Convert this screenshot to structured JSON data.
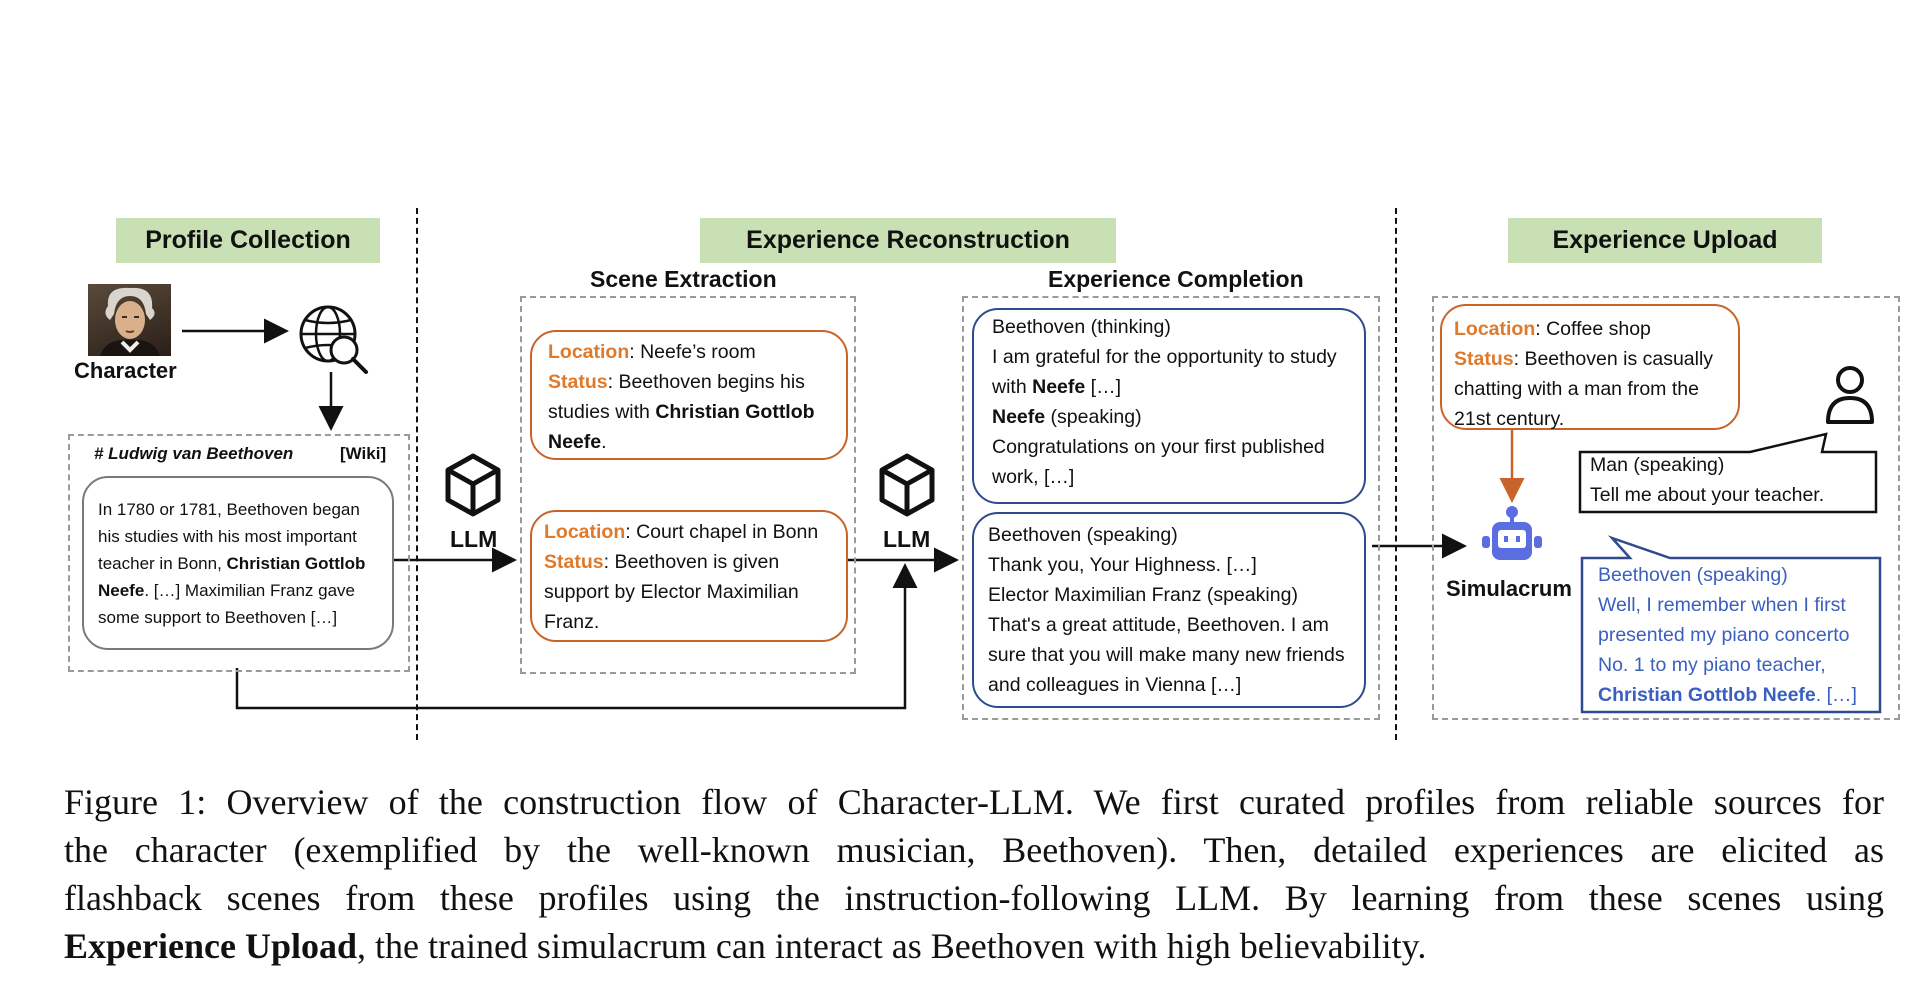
{
  "sections": {
    "profile_collection": "Profile Collection",
    "experience_reconstruction": "Experience Reconstruction",
    "experience_upload": "Experience Upload"
  },
  "subsections": {
    "scene_extraction": "Scene Extraction",
    "experience_completion": "Experience Completion"
  },
  "character_label": "Character",
  "llm_label": "LLM",
  "simulacrum_label": "Simulacrum",
  "wiki": {
    "heading": "# Ludwig van Beethoven",
    "source": "[Wiki]",
    "text_a": "In 1780 or 1781, Beethoven began his studies with his most important teacher in Bonn, ",
    "text_bold": "Christian Gottlob Neefe",
    "text_b": ". […] Maximilian Franz gave some support to Beethoven […]"
  },
  "scenes": [
    {
      "location_label": "Location",
      "location": ": Neefe’s room",
      "status_label": "Status",
      "status_a": ": Beethoven begins his studies with ",
      "status_bold": "Christian Gottlob Neefe",
      "status_b": "."
    },
    {
      "location_label": "Location",
      "location": ": Court chapel in Bonn",
      "status_label": "Status",
      "status_a": ": Beethoven is given support by Elector Maximilian Franz.",
      "status_bold": "",
      "status_b": ""
    }
  ],
  "completion": [
    {
      "line1": "Beethoven (thinking)",
      "line2a": "I am grateful for the opportunity to study with ",
      "line2b": "Neefe",
      "line2c": " […]",
      "line3a": "Neefe",
      "line3b": " (speaking)",
      "line4": "Congratulations on your first published work, […]"
    },
    {
      "line1": "Beethoven (speaking)",
      "line2": "Thank you, Your Highness. […]",
      "line3": "Elector Maximilian Franz (speaking)",
      "line4": "That's a great attitude, Beethoven. I am sure that you will make many new friends and colleagues in Vienna […]"
    }
  ],
  "upload": {
    "location_label": "Location",
    "location": ": Coffee shop",
    "status_label": "Status",
    "status": ": Beethoven is casually chatting with a man from the 21st century.",
    "man_line1": "Man (speaking)",
    "man_line2": "Tell me about your teacher.",
    "bot_line1": "Beethoven (speaking)",
    "bot_line2": "Well, I remember when I first presented my piano concerto No. 1 to my piano teacher, ",
    "bot_bold": "Christian Gottlob Neefe",
    "bot_end": ". […]"
  },
  "caption": {
    "line1": "Figure 1: Overview of the construction flow of Character-LLM. We first curated profiles from reliable sources for",
    "line2": "the character (exemplified by the well-known musician, Beethoven). Then, detailed experiences are elicited as",
    "line3": "flashback scenes from these profiles using the instruction-following LLM. By learning from these scenes using",
    "line4_bold": "Experience Upload",
    "line4_rest": ", the trained simulacrum can interact as Beethoven with high believability."
  },
  "colors": {
    "section_bg": "#c9e0b5",
    "orange": "#c8642a",
    "orange_text": "#e07a2b",
    "blue": "#2f4a8e",
    "bot_blue": "#3a5fbf",
    "bot_icon": "#5b6ee1"
  }
}
